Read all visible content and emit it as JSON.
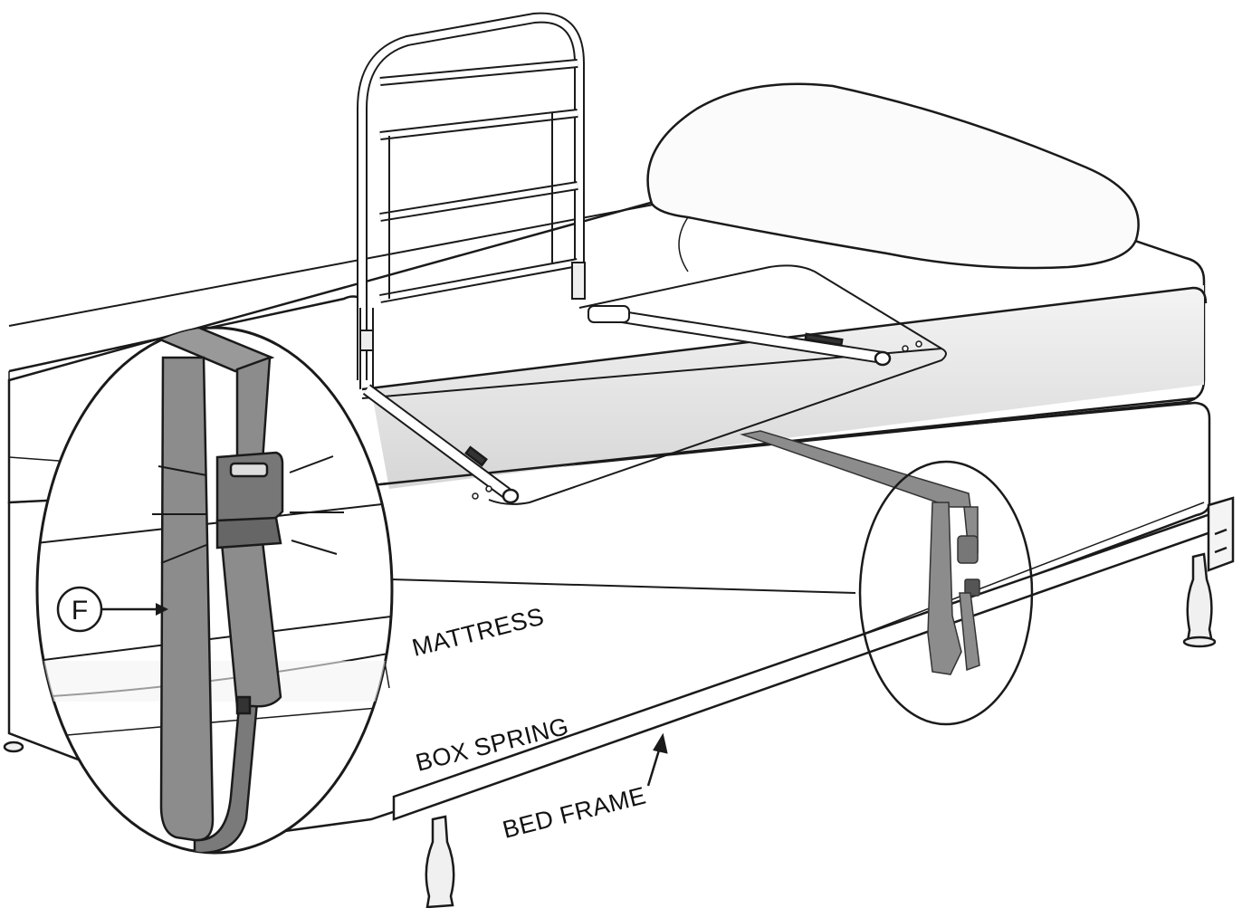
{
  "labels": {
    "mattress": "MATTRESS",
    "box_spring": "BOX SPRING",
    "bed_frame": "BED FRAME",
    "callout": "F"
  },
  "colors": {
    "line": "#1a1a1a",
    "strap": "#8c8c8c",
    "strap_dark": "#6e6e6e",
    "buckle": "#777777",
    "shade": "#d8d8d8"
  },
  "icons": {
    "bed_rail": "bed-rail-icon",
    "strap": "strap-icon",
    "buckle": "buckle-icon"
  }
}
